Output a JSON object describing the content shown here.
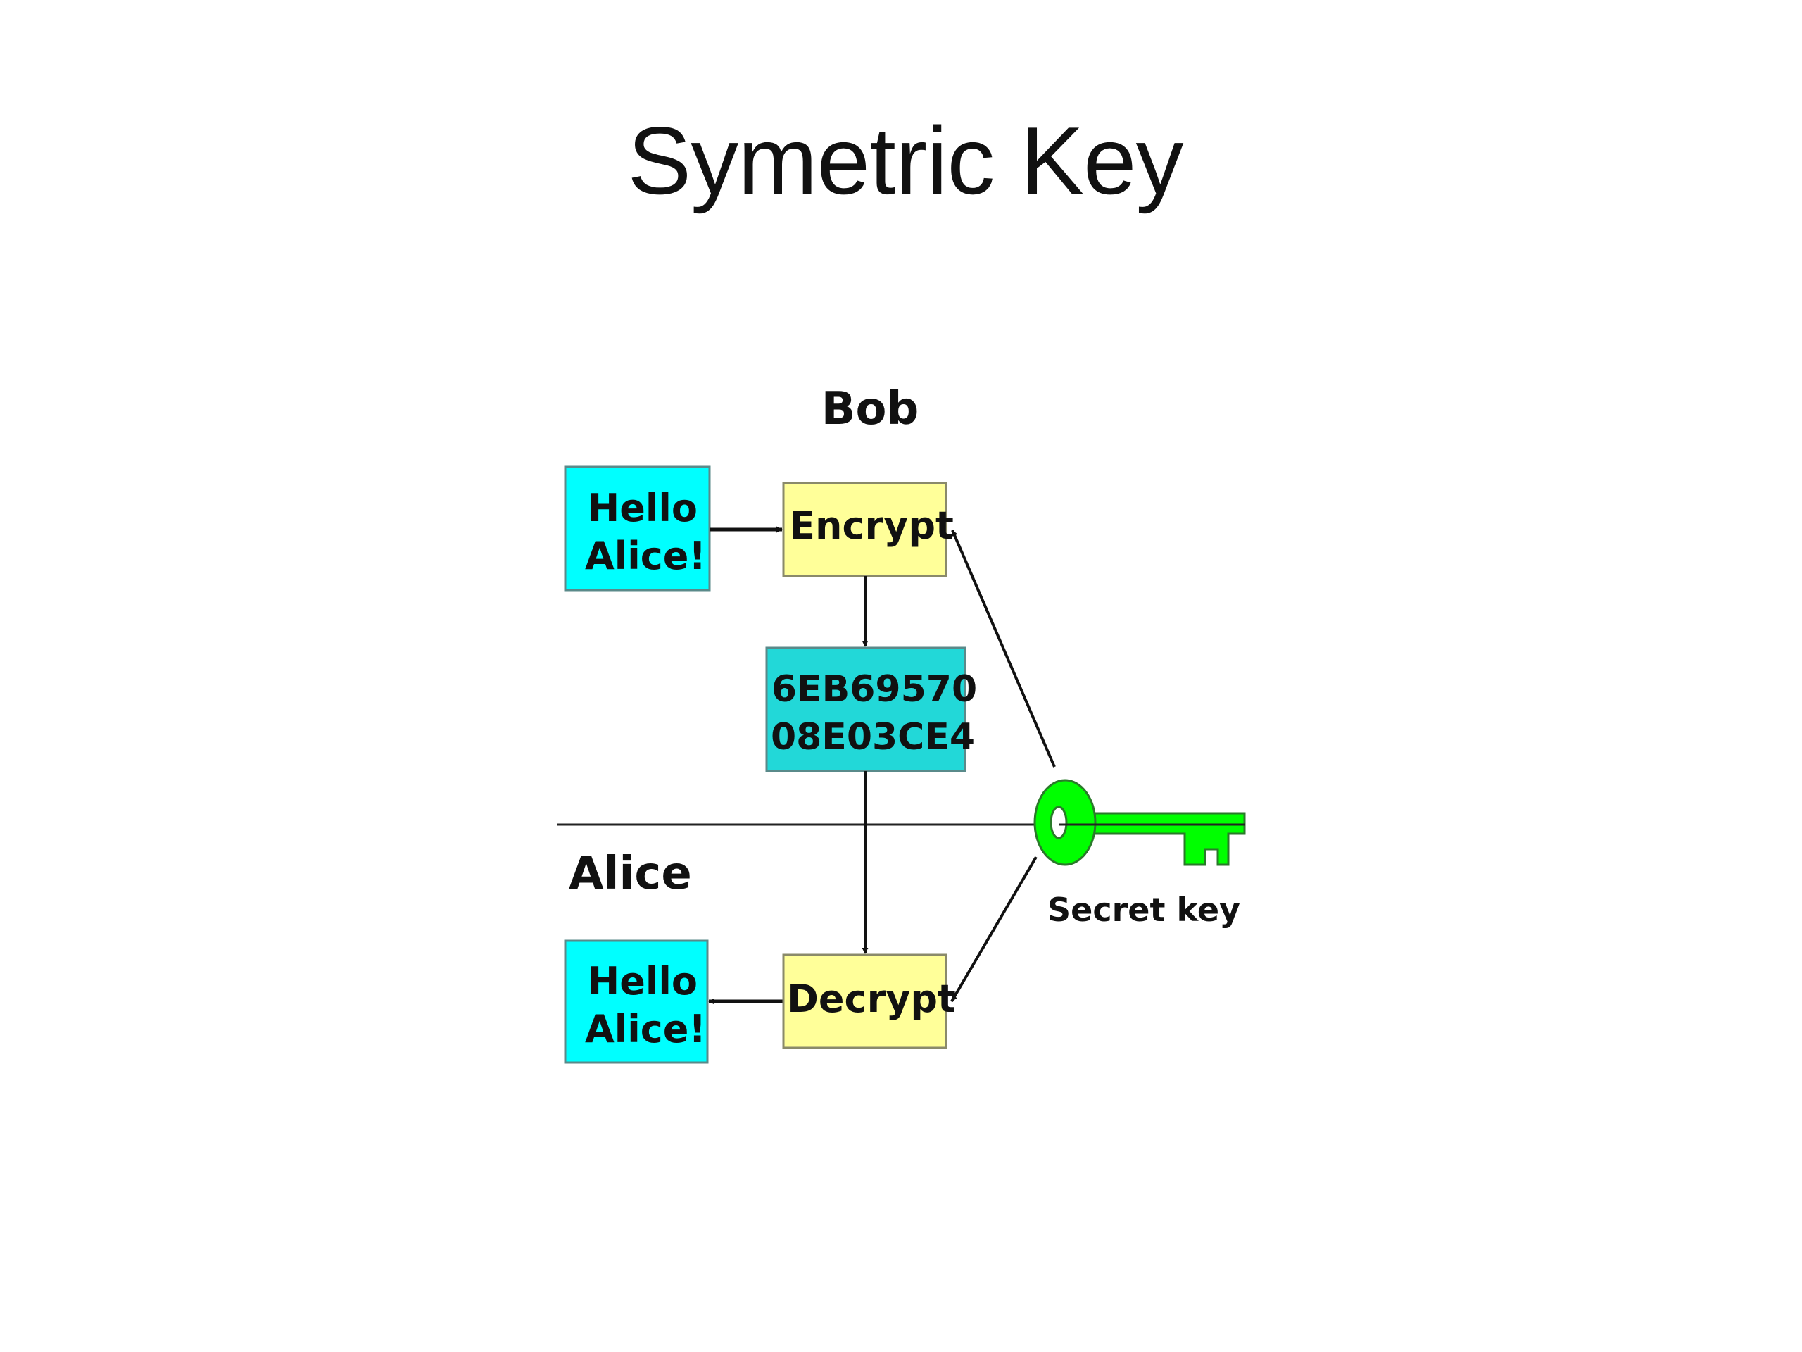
{
  "slide": {
    "title": "Symetric Key"
  },
  "diagram": {
    "sender_label": "Bob",
    "receiver_label": "Alice",
    "plaintext_sender": [
      "Hello",
      "Alice!"
    ],
    "encrypt_label": "Encrypt",
    "ciphertext": [
      "6EB69570",
      "08E03CE4"
    ],
    "decrypt_label": "Decrypt",
    "plaintext_receiver": [
      "Hello",
      "Alice!"
    ],
    "key_label": "Secret key",
    "colors": {
      "plaintext": "#00FFFF",
      "ciphertext": "#22D8D8",
      "process": "#FFFF99",
      "key": "#00FF00",
      "stroke": "#111111"
    }
  }
}
